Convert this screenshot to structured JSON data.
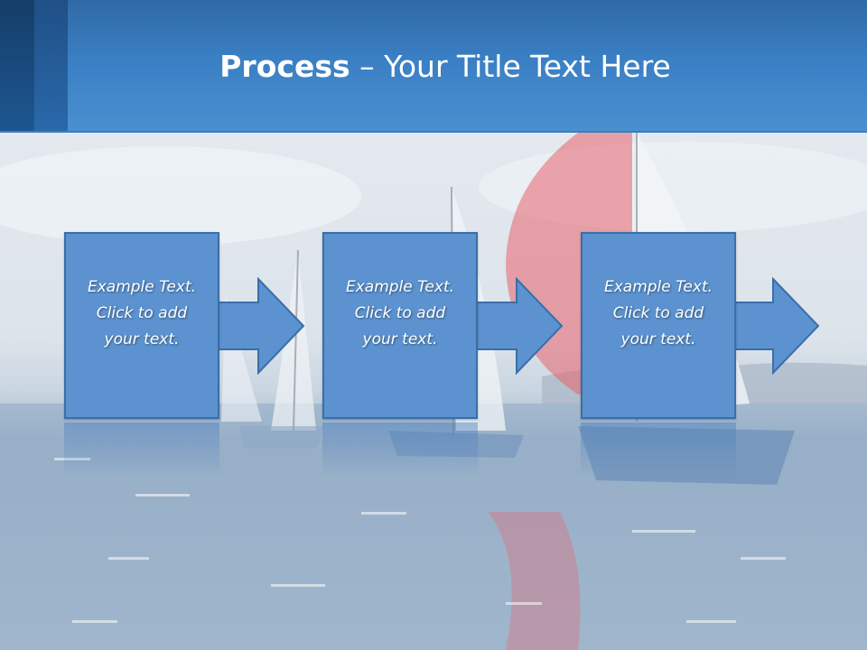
{
  "slide": {
    "title_bold": "Process",
    "title_rest": " – Your Title Text Here"
  },
  "steps": [
    {
      "line1": "Example Text.",
      "line2": "Click  to add",
      "line3": "your text."
    },
    {
      "line1": "Example Text.",
      "line2": "Click  to add",
      "line3": "your text."
    },
    {
      "line1": "Example Text.",
      "line2": "Click  to add",
      "line3": "your text."
    }
  ],
  "colors": {
    "header": "#3a7fc4",
    "box_fill": "#5b92cf",
    "box_border": "#3a6ea8",
    "sail_accent": "#e8636c"
  },
  "icons": {
    "arrow": "right-arrow-shape"
  }
}
